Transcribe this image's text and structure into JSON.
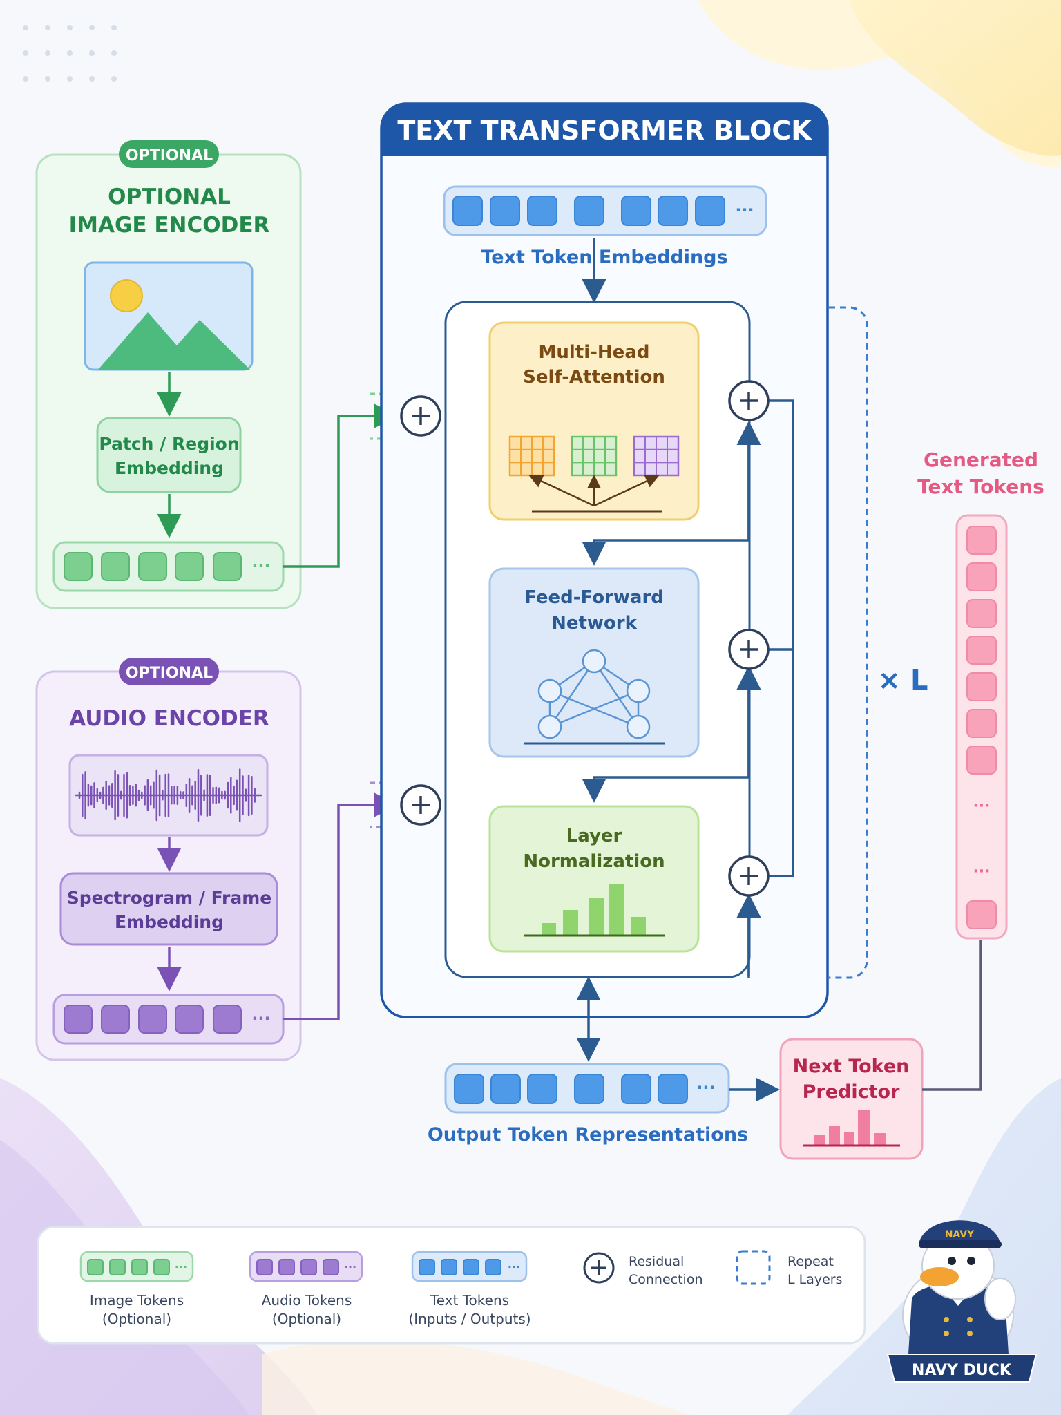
{
  "colors": {
    "navy": "#1e56a8",
    "green": "#2d9a55",
    "purple": "#7a52b5",
    "blue": "#2f7fd0",
    "pink": "#d93a6a",
    "orange": "#c8741b",
    "olive": "#5e7a2a"
  },
  "image_encoder": {
    "badge": "OPTIONAL",
    "title_line1": "OPTIONAL",
    "title_line2": "IMAGE ENCODER",
    "embed_line1": "Patch / Region",
    "embed_line2": "Embedding",
    "token_ellipsis": "···"
  },
  "audio_encoder": {
    "badge": "OPTIONAL",
    "title": "AUDIO ENCODER",
    "embed_line1": "Spectrogram / Frame",
    "embed_line2": "Embedding",
    "token_ellipsis": "···"
  },
  "transformer": {
    "title": "TEXT TRANSFORMER BLOCK",
    "input_label": "Text Token Embeddings",
    "attention_line1": "Multi-Head",
    "attention_line2": "Self-Attention",
    "ffn_line1": "Feed-Forward",
    "ffn_line2": "Network",
    "norm_line1": "Layer",
    "norm_line2": "Normalization",
    "repeat_label": "× L",
    "token_ellipsis": "···"
  },
  "output": {
    "label": "Output Token Representations",
    "predictor_line1": "Next Token",
    "predictor_line2": "Predictor",
    "token_ellipsis": "···"
  },
  "generated": {
    "label_line1": "Generated",
    "label_line2": "Text Tokens",
    "ellipsis": "···"
  },
  "legend": {
    "image_tokens_line1": "Image Tokens",
    "image_tokens_line2": "(Optional)",
    "audio_tokens_line1": "Audio Tokens",
    "audio_tokens_line2": "(Optional)",
    "text_tokens_line1": "Text Tokens",
    "text_tokens_line2": "(Inputs / Outputs)",
    "residual_line1": "Residual",
    "residual_line2": "Connection",
    "repeat_line1": "Repeat",
    "repeat_line2": "L Layers",
    "ellipsis": "···"
  },
  "mascot": {
    "cap_text": "NAVY",
    "banner_text": "NAVY DUCK"
  }
}
